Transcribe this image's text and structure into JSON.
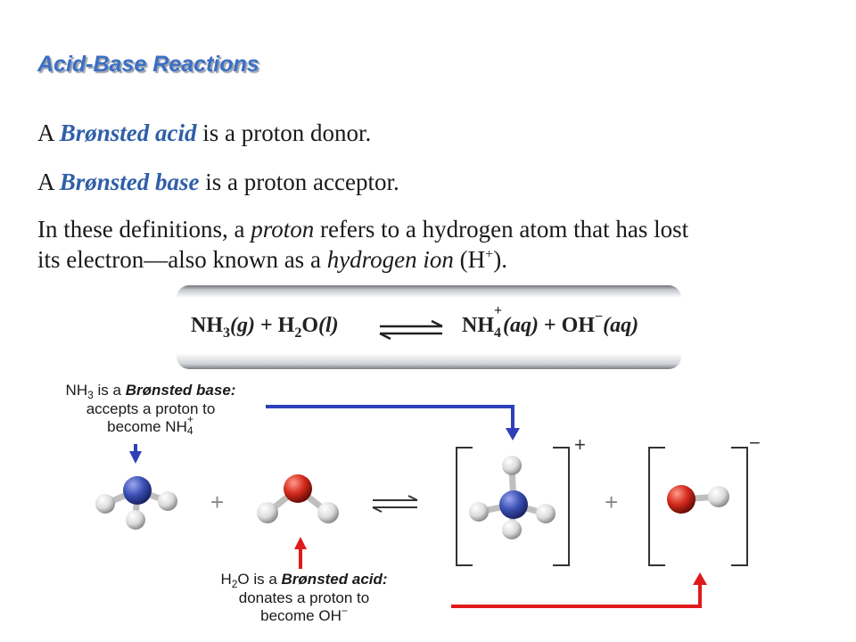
{
  "title": "Acid-Base Reactions",
  "def_acid": {
    "pre": "A ",
    "term": "Brønsted acid",
    "post": " is a proton donor."
  },
  "def_base": {
    "pre": "A ",
    "term": "Brønsted base",
    "post": " is a proton acceptor."
  },
  "proton_def": {
    "line1_a": "In these definitions, a ",
    "line1_b": "proton",
    "line1_c": " refers to a hydrogen atom that has lost",
    "line2_a": "its electron—also known as a ",
    "line2_b": "hydrogen ion",
    "line2_c": " (H",
    "line2_sup": "+",
    "line2_d": ")."
  },
  "equation": {
    "left": {
      "nh": "NH",
      "nh_sub": "3",
      "nh_state": "(g)",
      "plus": " + ",
      "h": "H",
      "h_sub": "2",
      "o": "O",
      "o_state": "(l)"
    },
    "right": {
      "nh": "NH",
      "nh_sub": "4",
      "nh_sup": "+",
      "nh_state": "(aq)",
      "plus": " + ",
      "oh": "OH",
      "oh_sup": "−",
      "oh_state": "(aq)"
    }
  },
  "notes": {
    "base": {
      "a": "NH",
      "a_sub": "3",
      "b": " is a ",
      "c": "Brønsted base:",
      "line2": "accepts a proton to",
      "line3": "become NH",
      "line3_sub": "4",
      "line3_sup": "+"
    },
    "acid": {
      "a": "H",
      "a_sub": "2",
      "b": "O is a  ",
      "c": "Brønsted acid:",
      "line2": "donates a proton to",
      "line3": "become OH",
      "line3_sup": "−"
    }
  },
  "diagram": {
    "plus_sign": "+",
    "ammonium_charge": "+",
    "hydroxide_charge": "−"
  },
  "colors": {
    "title": "#3a6fc4",
    "term": "#2f5fa8",
    "nitrogen": "#3a4fb3",
    "oxygen": "#d42a1c",
    "hydrogen": "#e6e6e6",
    "base_arrow": "#2f3fb8",
    "acid_arrow": "#e01a1a"
  }
}
